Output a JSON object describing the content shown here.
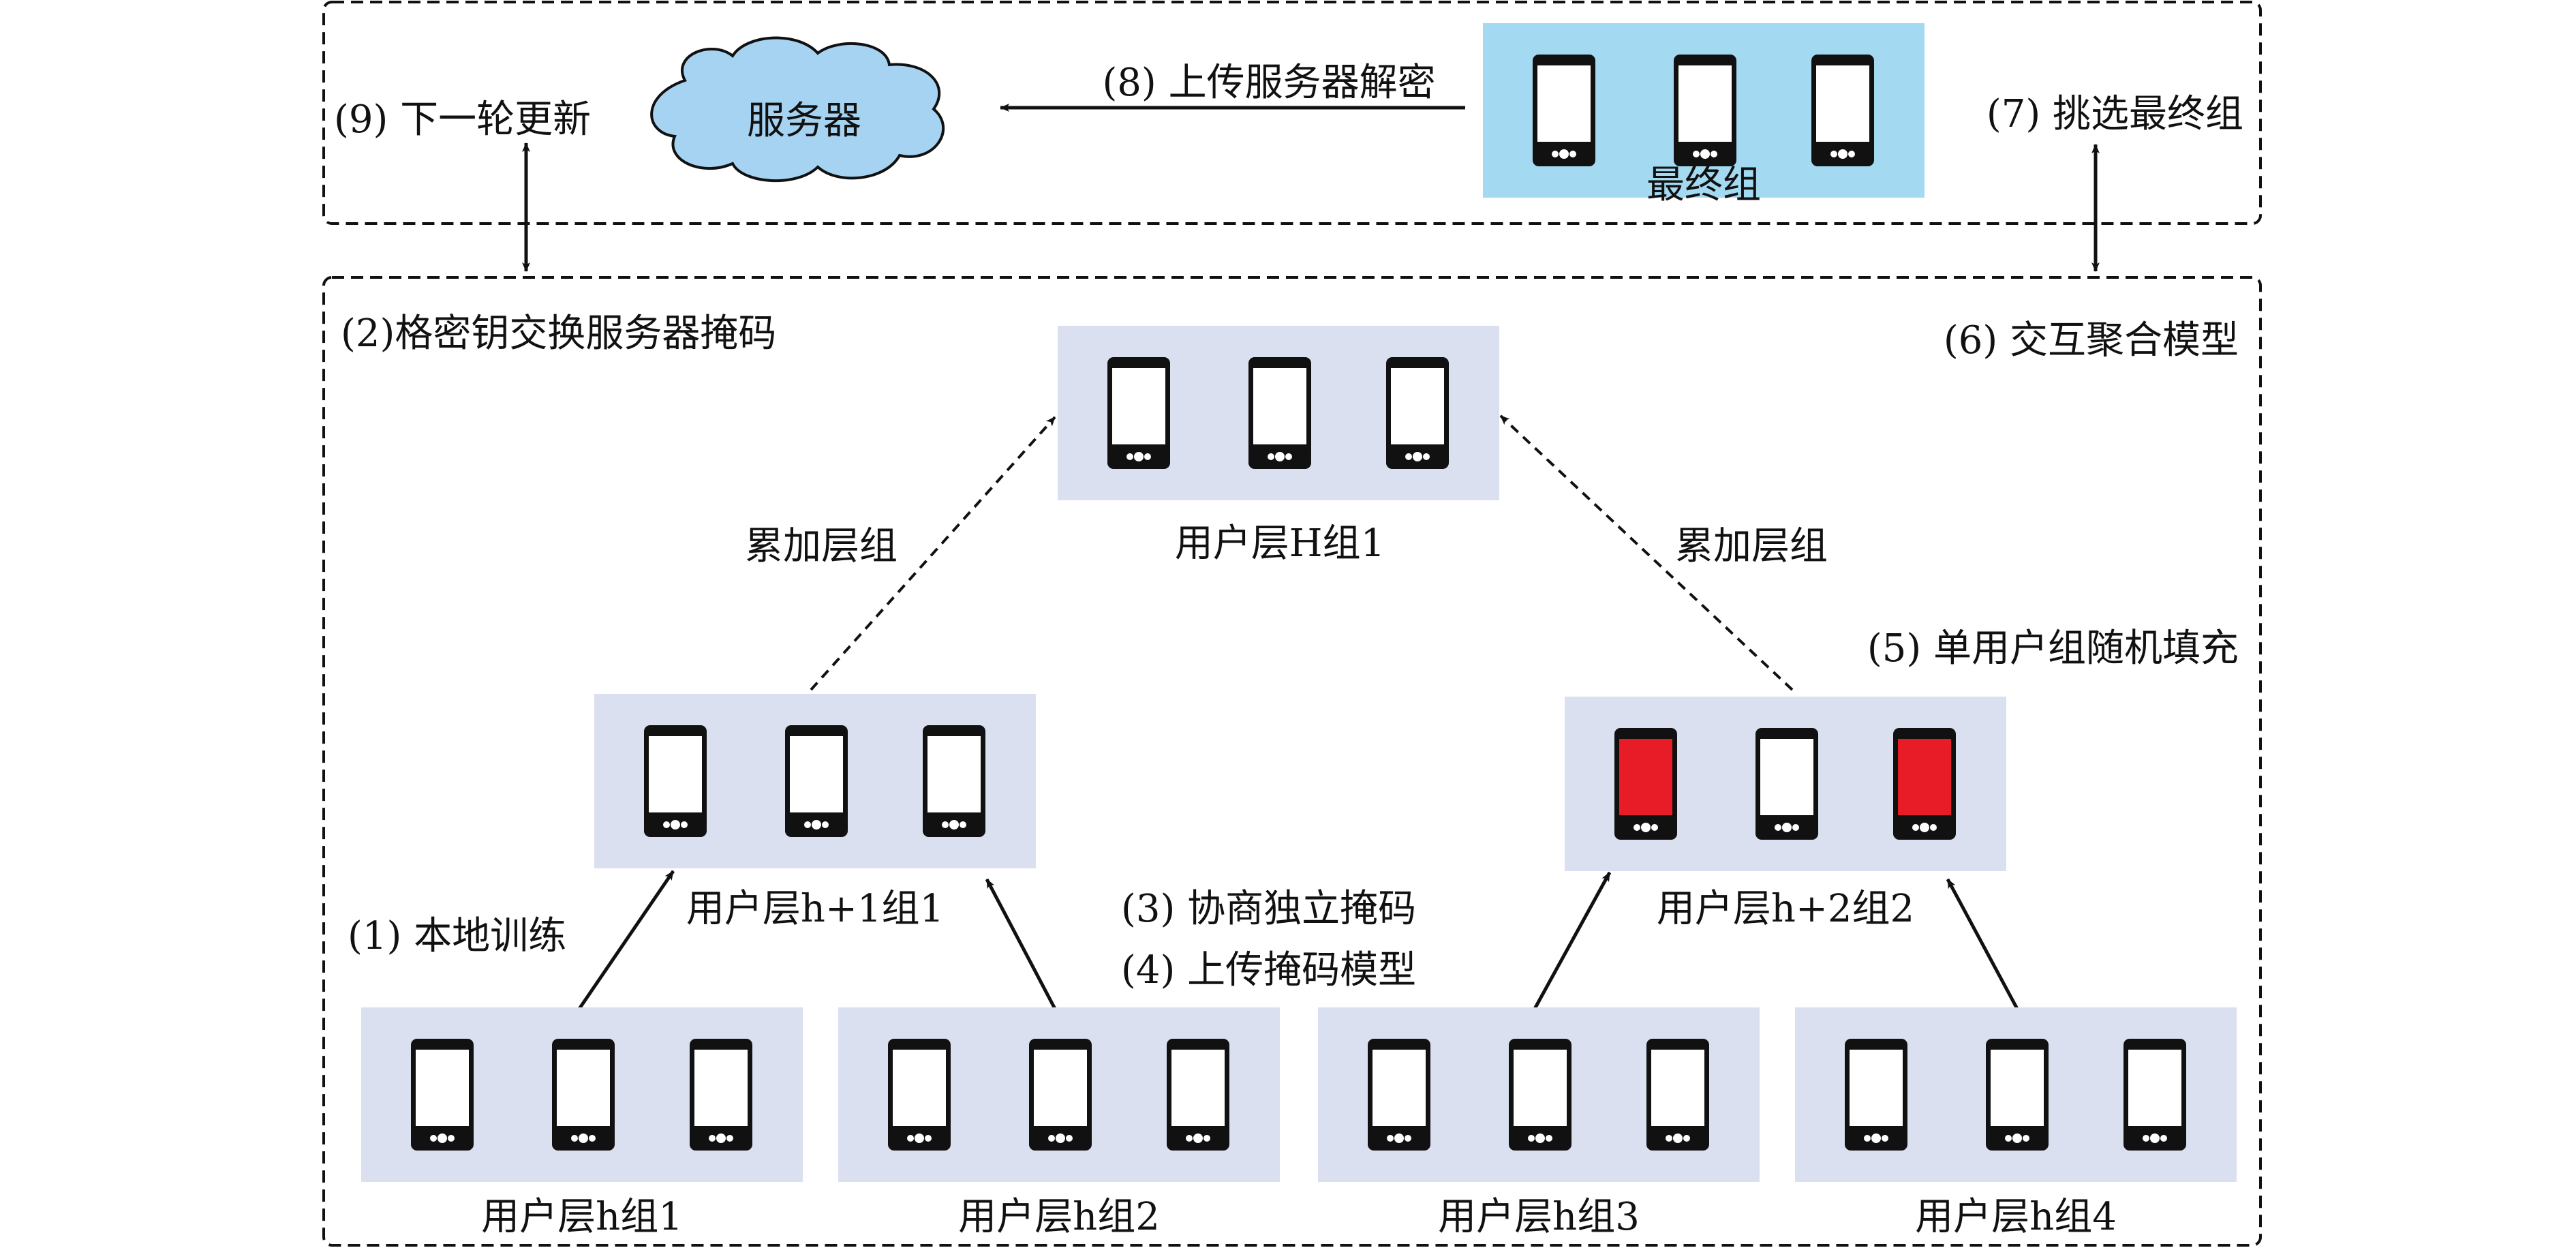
{
  "top_panel": {
    "server_label": "服务器",
    "next_round_label": "(9) 下一轮更新",
    "upload_decrypt_label": "(8) 上传服务器解密",
    "final_group_label": "最终组",
    "select_final_label": "(7) 挑选最终组"
  },
  "bottom_panel": {
    "lattice_key_label": "(2)格密钥交换服务器掩码",
    "interactive_aggregate_label": "(6) 交互聚合模型",
    "top_group_label": "用户层H组1",
    "accumulate_left_label": "累加层组",
    "accumulate_right_label": "累加层组",
    "random_fill_label": "(5) 单用户组随机填充",
    "mid_left_group_label": "用户层h+1组1",
    "mid_right_group_label": "用户层h+2组2",
    "local_train_label": "(1) 本地训练",
    "negotiate_mask_label": "(3) 协商独立掩码",
    "upload_mask_label": "(4) 上传掩码模型",
    "bottom_groups": [
      "用户层h组1",
      "用户层h组2",
      "用户层h组3",
      "用户层h组4"
    ]
  },
  "colors": {
    "group_box": "#dbe0f1",
    "final_box": "#a4daf1",
    "cloud": "#a5d3f1",
    "filled_phone": "#e81c27",
    "phone": "#111111"
  },
  "icons": [
    "phone-icon",
    "cloud-icon"
  ]
}
